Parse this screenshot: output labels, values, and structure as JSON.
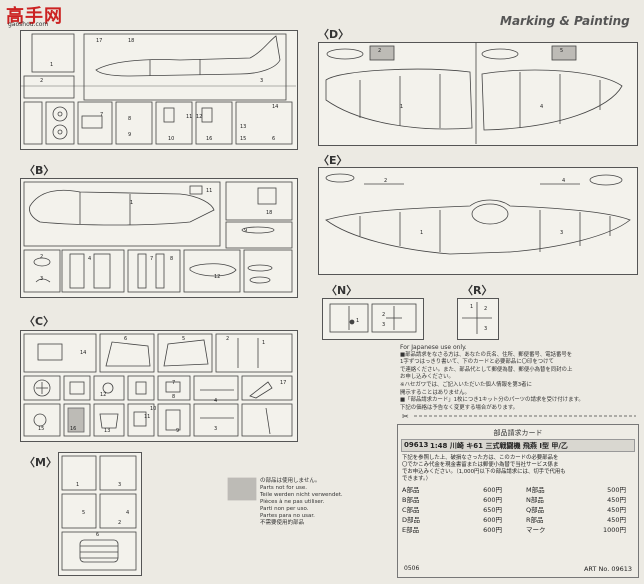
{
  "logo": {
    "main": "高手网",
    "sub": "gaoshou.com"
  },
  "header_title": "Marking & Painting",
  "sections": {
    "A_unlabeled": "",
    "B": "〈B〉",
    "C": "〈C〉",
    "D": "〈D〉",
    "E": "〈E〉",
    "M": "〈M〉",
    "N": "〈N〉",
    "R": "〈R〉"
  },
  "part_numbers": {
    "a1": "1",
    "a2": "2",
    "a3": "3",
    "a17": "17",
    "a18": "18",
    "a8": "8",
    "a10": "10",
    "a9": "9",
    "a12": "12",
    "a13": "13",
    "a14": "14",
    "a15": "15",
    "a16": "16",
    "a11": "11",
    "a6": "6",
    "a7": "7",
    "b11": "11",
    "b18": "18",
    "b9": "9",
    "b2": "2",
    "b3": "3",
    "b4": "4",
    "b7": "7",
    "b8": "8",
    "b12": "12",
    "b1": "1",
    "c14": "14",
    "c6": "6",
    "c5": "5",
    "c2": "2",
    "c1": "1",
    "c4": "4",
    "c3": "3",
    "c15": "15",
    "c16": "16",
    "c12": "12",
    "c13": "13",
    "c7": "7",
    "c8": "8",
    "c10": "10",
    "c9": "9",
    "c11": "11",
    "c17": "17",
    "d2": "2",
    "d5": "5",
    "d1": "1",
    "d4": "4",
    "e1": "1",
    "e2": "2",
    "e3": "3",
    "e4": "4",
    "m1": "1",
    "m3": "3",
    "m2": "2",
    "m5": "5",
    "m4": "4",
    "m6": "6",
    "n1": "1",
    "n2": "2",
    "n3": "3",
    "r1": "1",
    "r2": "2",
    "r3": "3"
  },
  "legend": {
    "lines": [
      "の部品は使用しません。",
      "Parts not for use.",
      "Teile werden nicht verwendet.",
      "Pièces à ne pas utiliser.",
      "Parti non per uso.",
      "Partes para no usar.",
      "不需要使用的部品"
    ]
  },
  "notes": {
    "japanese_only": "For Japanese use only.",
    "lines": [
      "■部品請求をなさる方は、あなたの氏名、住所、郵便番号、電話番号を",
      "  1字ずつはっきり書いて、下のカードと必要部品に〇印をつけて",
      "  で連絡ください。また、部品代として郵便為替、郵便小為替を同封の上",
      "  お申し込みください。",
      "※ハセガワでは、ご記入いただいた個人情報を第3者に",
      "  開示することはありません。",
      "■「部品請求カード」1枚につき1キット分のパーツの請求を受け付けます。",
      "  下記の価格は予告なく変更する場合があります。"
    ]
  },
  "card": {
    "heading": "部品請求カード",
    "code": "09613",
    "title": "1:48 川崎 キ61 三式戦闘機 飛燕 I型 甲/乙",
    "intro": [
      "下記を参照した上、破損なさった方は、このカードの必要部品を",
      "〇でかこみ代金を現金書留または郵便小為替で当社サービス係ま",
      "でお申込みください。（1,000円以下の部品請求には、切手で代用も",
      "できます。）"
    ],
    "prices_left": [
      {
        "part": "A部品",
        "price": "600円"
      },
      {
        "part": "B部品",
        "price": "600円"
      },
      {
        "part": "C部品",
        "price": "650円"
      },
      {
        "part": "D部品",
        "price": "600円"
      },
      {
        "part": "E部品",
        "price": "600円"
      }
    ],
    "prices_right": [
      {
        "part": "M部品",
        "price": "500円"
      },
      {
        "part": "N部品",
        "price": "450円"
      },
      {
        "part": "Q部品",
        "price": "450円"
      },
      {
        "part": "R部品",
        "price": "450円"
      },
      {
        "part": "マーク",
        "price": "1000円"
      }
    ],
    "footer_left": "0506",
    "footer_right": "ART No. 09613"
  },
  "colors": {
    "paper": "#eceae3",
    "ink": "#333333",
    "grey_swatch": "#bdbbb6",
    "logo_red": "#cc2222"
  }
}
